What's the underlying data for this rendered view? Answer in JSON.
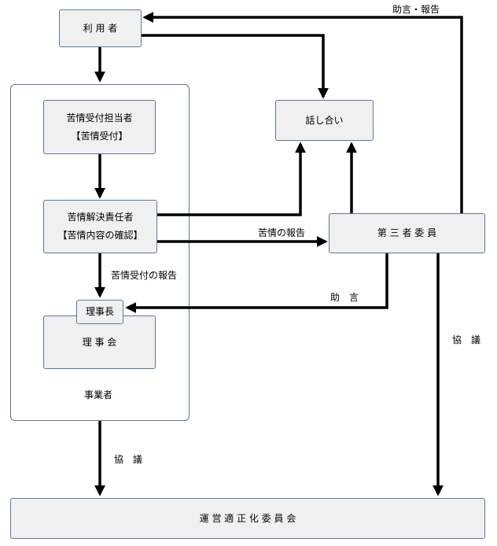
{
  "nodes": {
    "user": "利 用 者",
    "discussion": "話し合い",
    "receiver_line1": "苦情受付担当者",
    "receiver_line2": "【苦情受付】",
    "resolver_line1": "苦情解決責任者",
    "resolver_line2": "【苦情内容の確認】",
    "chairman": "理事長",
    "board": "理 事 会",
    "business": "事業者",
    "third_party": "第 三 者 委 員",
    "committee": "運 営 適 正 化 委 員 会"
  },
  "edge_labels": {
    "advice_report": "助言・報告",
    "complaint_report": "苦情の報告",
    "receipt_report": "苦情受付の報告",
    "advice": "助　言",
    "consult_right": "協　議",
    "consult_left": "協　議"
  },
  "colors": {
    "box_fill": "#f0f0f0",
    "box_border": "#5b7a99",
    "arrow": "#000000"
  }
}
